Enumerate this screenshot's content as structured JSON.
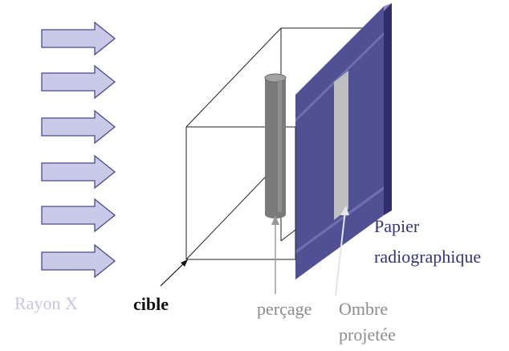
{
  "labels": {
    "rayon": "Rayon X",
    "cible": "cible",
    "percage": "perçage",
    "ombre_line1": "Ombre",
    "ombre_line2": "projetée",
    "papier_line1": "Papier",
    "papier_line2": "radiographique"
  },
  "colors": {
    "arrow_fill": "#c9c9e8",
    "arrow_stroke": "#4a4a8c",
    "rayon_text": "#c6c6e6",
    "cube_line": "#222222",
    "plate": "#505095",
    "plate_dark": "#2f2f6e",
    "plate_edge": "#8a8ac2",
    "shadow_strip": "#bfbfbf",
    "cylinder": "#7a7a7a",
    "cylinder_top": "#9a9a9a",
    "papier_text": "#34347a",
    "gray_text": "#8c8c8c",
    "cible_text": "#111111"
  },
  "icons": {
    "ray_arrow": "right-arrow-icon"
  }
}
